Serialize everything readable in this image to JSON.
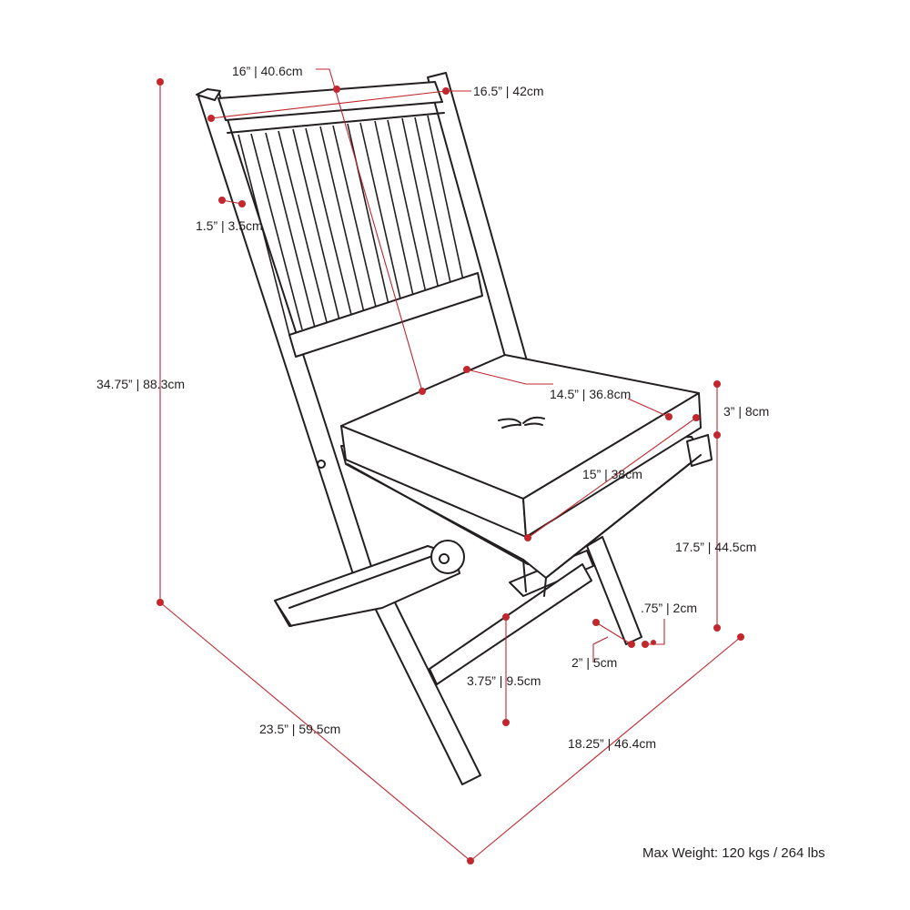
{
  "colors": {
    "dimension": "#c1272d",
    "outline": "#231f20",
    "background": "#ffffff"
  },
  "dimensions": {
    "backrest_top_width": "16” | 40.6cm",
    "overall_width_top": "16.5” | 42cm",
    "back_frame_width": "1.5” | 3.5cm",
    "overall_height": "34.75” | 88.3cm",
    "cushion_width": "14.5” | 36.8cm",
    "cushion_thickness": "3” | 8cm",
    "cushion_depth": "15” | 38cm",
    "seat_height": "17.5” | 44.5cm",
    "leg_thickness": ".75” | 2cm",
    "leg_width": "2” | 5cm",
    "stretcher_height": "3.75” | 9.5cm",
    "overall_depth": "23.5” | 59.5cm",
    "overall_width_base": "18.25” | 46.4cm"
  },
  "footer": {
    "max_weight": "Max Weight: 120 kgs / 264 lbs"
  }
}
